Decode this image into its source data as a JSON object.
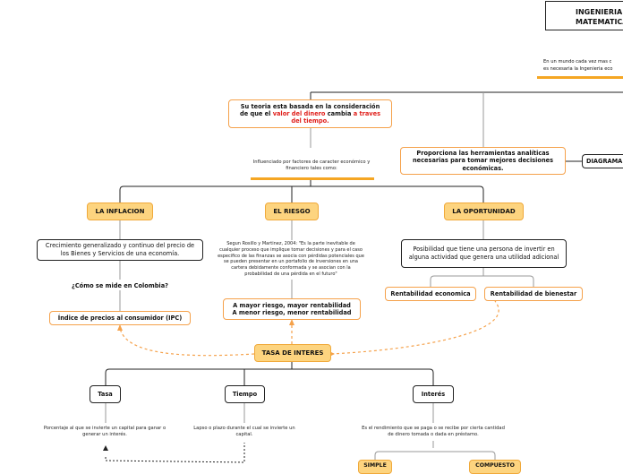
{
  "top_title": {
    "line1": "INGENIERIA",
    "line2": "MATEMATICA"
  },
  "top_intro": {
    "line1": "En un mundo cada vez mas c",
    "line2": "es necesaria la Ingenieria eco"
  },
  "teoria": {
    "part1": "Su teoria esta basada en la consideración de que el ",
    "highlight1": "valor del dinero",
    "part2": " cambia ",
    "highlight2": "a traves del tiempo."
  },
  "influenciado": "Influenciado por factores de caracter económico y financiero tales como:",
  "herramientas": "Proporciona las herramientas analíticas necesarias para tomar mejores decisiones económicas.",
  "diagrama": "DIAGRAMA",
  "inflacion": {
    "title": "LA INFLACION",
    "definition": "Crecimiento generalizado y continuo del precio de los Bienes y Servicios de una economía.",
    "question": "¿Cómo se mide en Colombia?",
    "ipc": "Índice de precios al consumidor (IPC)"
  },
  "riesgo": {
    "title": "EL RIESGO",
    "quote": "Segun Rosillo y Martinez, 2004: \"Es la parte inevitable de cualquier proceso que implique tomar decisiones y para el caso especifico de las finanzas se asocia con pérdidas potenciales que se pueden presentar en un portafolio de inversiones en una cartera debidamente conformada y se asocian con la probabilidad de una pérdida en el futuro\"",
    "line1": "A mayor riesgo, mayor rentabilidad",
    "line2": "A menor riesgo, menor rentabilidad"
  },
  "oportunidad": {
    "title": "LA OPORTUNIDAD",
    "definition": "Posibilidad que tiene una persona de invertir en alguna actividad que genera una utilidad adicional",
    "rent_economica": "Rentabilidad economica",
    "rent_bienestar": "Rentabilidad de bienestar"
  },
  "tasa_interes": "TASA DE INTERES",
  "tasa": {
    "title": "Tasa",
    "desc": "Porcentaje al que se invierte un capital para ganar o generar un interés."
  },
  "tiempo": {
    "title": "Tiempo",
    "desc": "Lapso o plazo durante el cual se invierte un capital."
  },
  "interes": {
    "title": "Interés",
    "desc": "Es el rendimiento que se paga o se recibe por cierta cantidad de dinero tomada o dada en préstamo."
  },
  "simple": "SIMPLE",
  "compuesto": "COMPUESTO",
  "colors": {
    "orange": "#f5a14a",
    "yellow_fill": "#fdd47f",
    "underline": "#f5a623",
    "red": "#e0201c"
  }
}
